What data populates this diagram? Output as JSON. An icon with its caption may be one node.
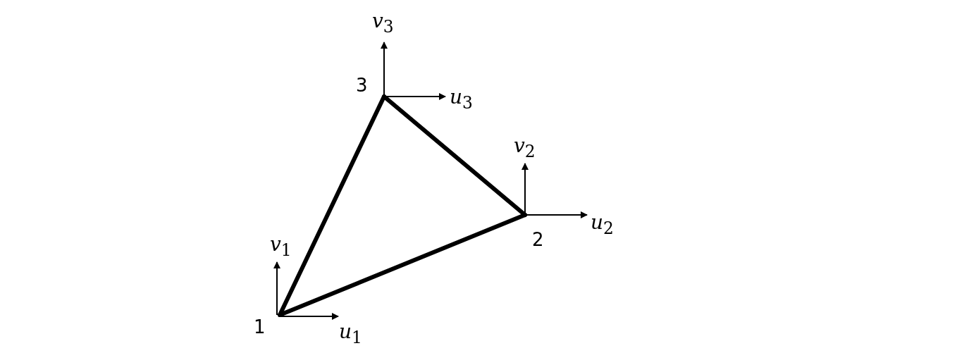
{
  "diagram": {
    "nodes": [
      {
        "text": [
          "1"
        ]
      },
      {
        "text": [
          "2"
        ]
      },
      {
        "text": [
          "3"
        ]
      }
    ],
    "edges": [
      {
        "from": 0,
        "to": 1,
        "arrow": "none"
      },
      {
        "from": 1,
        "to": 2,
        "arrow": "none"
      },
      {
        "from": 2,
        "to": 0,
        "arrow": "none"
      }
    ],
    "labels": [
      "*v*$_{3}$",
      "*u*$_{3}$",
      "*v*$_{2}$",
      "*u*$_{2}$",
      "*v*$_{1}$",
      "*u*$_{1}$"
    ]
  }
}
